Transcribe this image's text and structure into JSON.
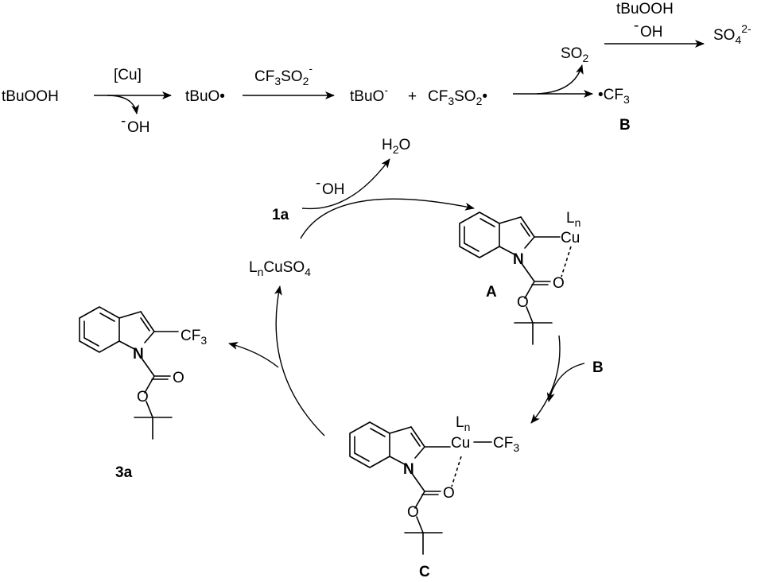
{
  "top_scheme": {
    "reactant": "tBuOOH",
    "cat": "[Cu]",
    "byproduct_oh": "OH",
    "radical1": "tBuO•",
    "reagent": {
      "a": "CF",
      "b": "3",
      "c": "SO",
      "d": "2",
      "e": "-"
    },
    "product_anion": {
      "a": "tBuO",
      "b": "-"
    },
    "plus": "+",
    "product_radical": {
      "a": "CF",
      "b": "3",
      "c": "SO",
      "d": "2",
      "e": "•"
    },
    "so2": {
      "a": "SO",
      "b": "2"
    },
    "oxidant": "tBuOOH",
    "oxidant_oh": "OH",
    "sulfate": {
      "a": "SO",
      "b": "4",
      "c": "2-"
    },
    "cf3_radical": {
      "a": "•CF",
      "b": "3"
    },
    "label_B": "B"
  },
  "cycle": {
    "water": {
      "a": "H",
      "b": "2",
      "c": "O"
    },
    "hydroxide": "OH",
    "substrate": "1a",
    "catalyst": {
      "a": "L",
      "b": "n",
      "c": "CuSO",
      "d": "4"
    },
    "reagent_B": "B",
    "intermediate_A": {
      "label": "A",
      "ligand": "L",
      "ligand_sub": "n",
      "metal": "Cu",
      "n": "N",
      "o_carbonyl": "O",
      "o_ester": "O"
    },
    "intermediate_C": {
      "label": "C",
      "ligand": "L",
      "ligand_sub": "n",
      "metal": "Cu",
      "cf3": "CF",
      "cf3_sub": "3",
      "n": "N",
      "o_carbonyl": "O",
      "o_ester": "O"
    },
    "product_3a": {
      "label": "3a",
      "cf3": "CF",
      "cf3_sub": "3",
      "n": "N",
      "o_carbonyl": "O",
      "o_ester": "O"
    }
  }
}
